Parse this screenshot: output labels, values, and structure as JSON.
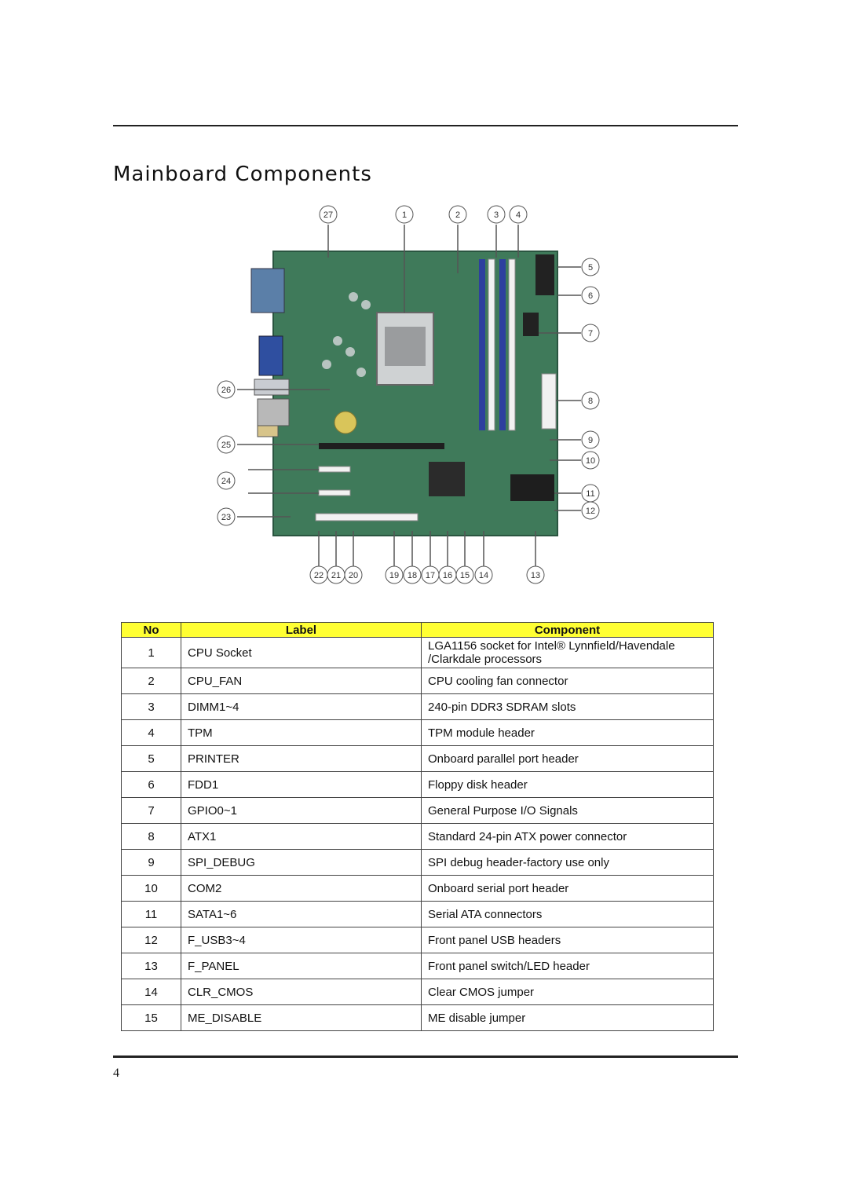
{
  "page": {
    "title": "Mainboard Components",
    "page_number": "4"
  },
  "figure": {
    "callouts_top": [
      "27",
      "1",
      "2",
      "3",
      "4"
    ],
    "callouts_right": [
      "5",
      "6",
      "7",
      "8",
      "9",
      "10",
      "11",
      "12"
    ],
    "callouts_left": [
      "26",
      "25",
      "24",
      "23"
    ],
    "callouts_bottom": [
      "22",
      "21",
      "20",
      "19",
      "18",
      "17",
      "16",
      "15",
      "14",
      "13"
    ]
  },
  "table": {
    "headers": [
      "No",
      "Label",
      "Component"
    ],
    "rows": [
      {
        "no": "1",
        "label": "CPU Socket",
        "component": "LGA1156 socket for Intel® Lynnfield/Havendale /Clarkdale processors"
      },
      {
        "no": "2",
        "label": "CPU_FAN",
        "component": "CPU cooling fan connector"
      },
      {
        "no": "3",
        "label": "DIMM1~4",
        "component": "240-pin DDR3 SDRAM slots"
      },
      {
        "no": "4",
        "label": "TPM",
        "component": "TPM module header"
      },
      {
        "no": "5",
        "label": "PRINTER",
        "component": "Onboard parallel port header"
      },
      {
        "no": "6",
        "label": "FDD1",
        "component": "Floppy disk header"
      },
      {
        "no": "7",
        "label": "GPIO0~1",
        "component": "General Purpose I/O Signals"
      },
      {
        "no": "8",
        "label": "ATX1",
        "component": "Standard 24-pin ATX power connector"
      },
      {
        "no": "9",
        "label": "SPI_DEBUG",
        "component": "SPI debug header-factory use only"
      },
      {
        "no": "10",
        "label": "COM2",
        "component": "Onboard serial port header"
      },
      {
        "no": "11",
        "label": "SATA1~6",
        "component": "Serial ATA connectors"
      },
      {
        "no": "12",
        "label": "F_USB3~4",
        "component": "Front panel USB headers"
      },
      {
        "no": "13",
        "label": "F_PANEL",
        "component": "Front panel switch/LED header"
      },
      {
        "no": "14",
        "label": "CLR_CMOS",
        "component": "Clear CMOS jumper"
      },
      {
        "no": "15",
        "label": "ME_DISABLE",
        "component": "ME disable jumper"
      }
    ]
  },
  "colors": {
    "header_fill": "#ffff33",
    "board_green": "#3f7a5a",
    "dimm_blue": "#2d3f9e"
  }
}
